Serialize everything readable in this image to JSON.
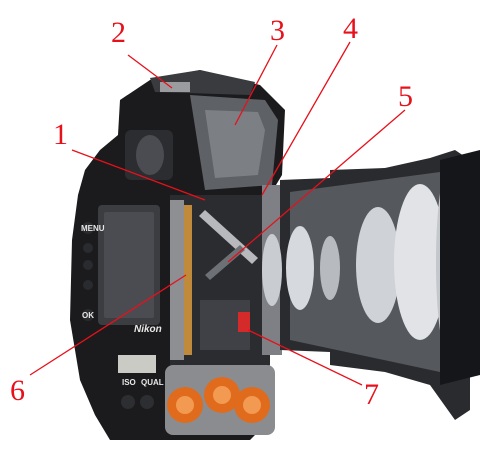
{
  "callouts": [
    {
      "id": "1",
      "label": "1"
    },
    {
      "id": "2",
      "label": "2"
    },
    {
      "id": "3",
      "label": "3"
    },
    {
      "id": "4",
      "label": "4"
    },
    {
      "id": "5",
      "label": "5"
    },
    {
      "id": "6",
      "label": "6"
    },
    {
      "id": "7",
      "label": "7"
    }
  ],
  "camera_labels": {
    "brand": "Nikon",
    "menu_button": "MENU",
    "ok_button": "OK",
    "iso_button": "ISO",
    "qual_button": "QUAL"
  },
  "colors": {
    "callout": "#e8101a",
    "background": "#ffffff",
    "body": "#1b1b1d",
    "cutaway_metal": "#8d8f93",
    "battery": "#e06b1c"
  }
}
